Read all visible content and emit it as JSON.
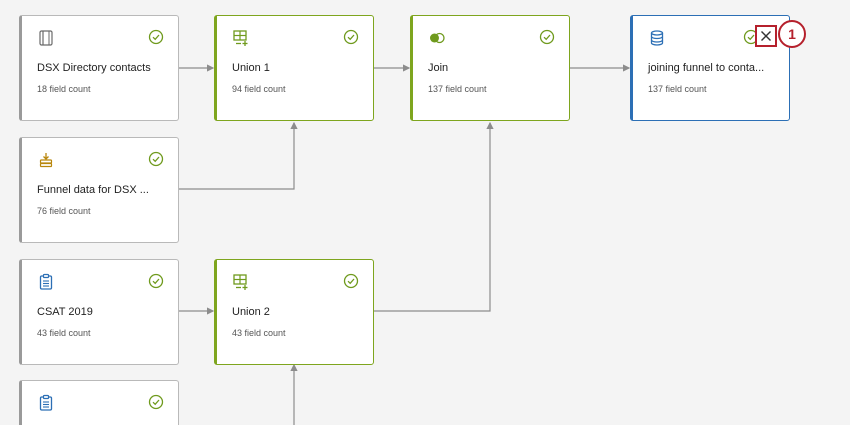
{
  "nodes": {
    "dsx_directory": {
      "title": "DSX Directory contacts",
      "count": "18 field count",
      "icon": "directory-book-icon"
    },
    "funnel_data": {
      "title": "Funnel data for DSX ...",
      "count": "76 field count",
      "icon": "download-stack-icon"
    },
    "csat_2019": {
      "title": "CSAT 2019",
      "count": "43 field count",
      "icon": "survey-clipboard-icon"
    },
    "bottom_source": {
      "title": "",
      "count": "",
      "icon": "survey-clipboard-icon"
    },
    "union_1": {
      "title": "Union 1",
      "count": "94 field count",
      "icon": "union-table-icon"
    },
    "union_2": {
      "title": "Union 2",
      "count": "43 field count",
      "icon": "union-table-icon"
    },
    "join": {
      "title": "Join",
      "count": "137 field count",
      "icon": "join-circles-icon"
    },
    "output": {
      "title": "joining funnel to conta...",
      "count": "137 field count",
      "icon": "database-icon"
    }
  },
  "callout": {
    "label": "1"
  },
  "colors": {
    "source_border": "#9a9a9a",
    "transform_border": "#7ea51e",
    "output_border": "#2c6fb5",
    "check": "#6f9a1d",
    "callout": "#b5202c",
    "connector": "#8c8c8c"
  }
}
